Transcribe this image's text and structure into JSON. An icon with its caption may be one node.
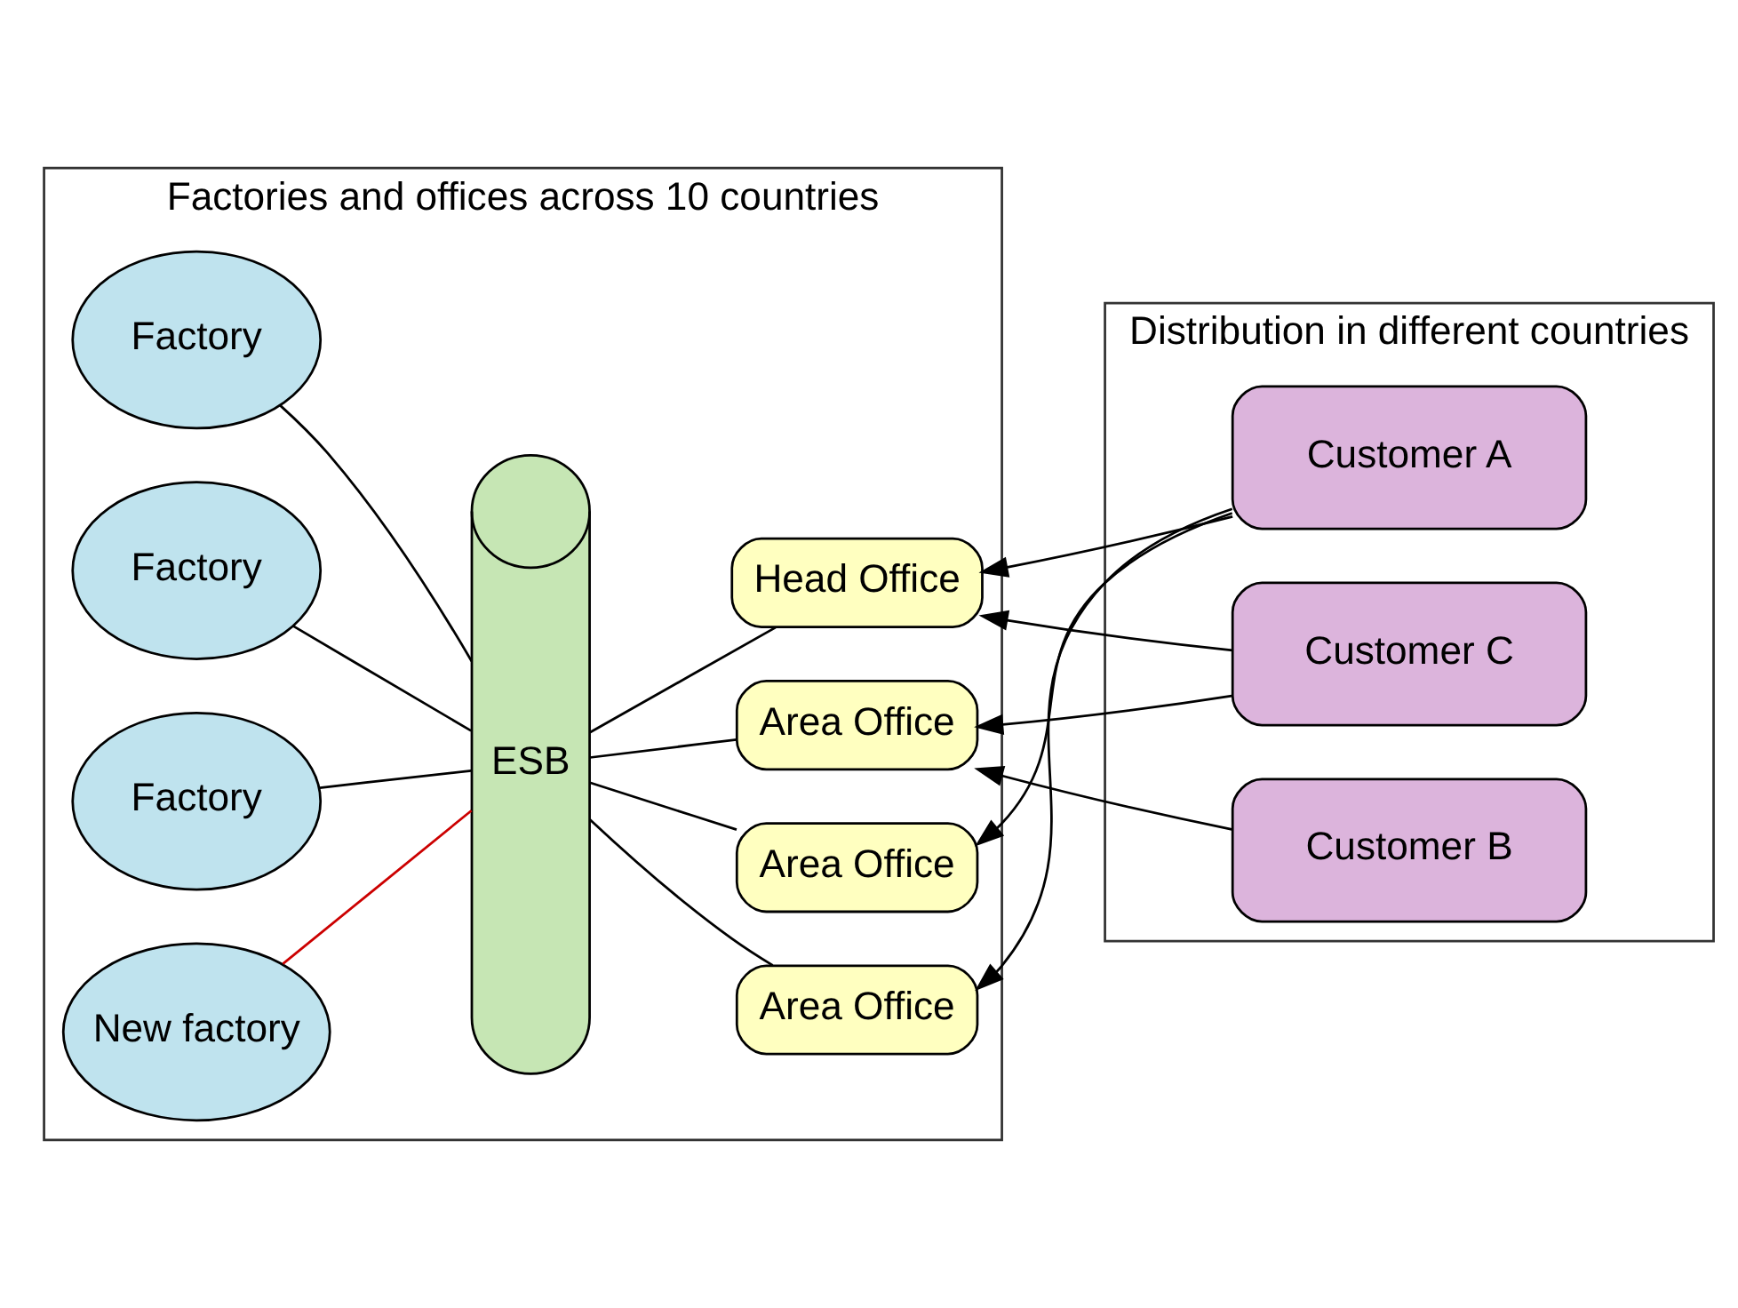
{
  "diagram": {
    "nodes": [
      {
        "text": [
          "Factories and offices across 10 countries"
        ]
      },
      {
        "text": [
          "Factory"
        ],
        "in": 0
      },
      {
        "text": [
          "Factory"
        ],
        "in": 0
      },
      {
        "text": [
          "Factory"
        ],
        "in": 0
      },
      {
        "text": [
          "New factory"
        ],
        "in": 0
      },
      {
        "text": [
          "ESB"
        ],
        "in": 0
      },
      {
        "text": [
          "Area Office"
        ],
        "in": 0
      },
      {
        "text": [
          "Area Office"
        ],
        "in": 0
      },
      {
        "text": [
          "Area Office"
        ],
        "in": 0
      },
      {
        "text": [
          "Head Office"
        ],
        "in": 0
      },
      {
        "text": [
          "Distribution in different countries"
        ]
      },
      {
        "text": [
          "Customer A"
        ],
        "in": 10
      },
      {
        "text": [
          "Customer B"
        ],
        "in": 10
      },
      {
        "text": [
          "Customer C"
        ],
        "in": 10
      }
    ],
    "edges": [
      {
        "from": 1,
        "to": 5,
        "arrow": "none"
      },
      {
        "from": 2,
        "to": 5,
        "arrow": "none"
      },
      {
        "from": 3,
        "to": 5,
        "arrow": "none"
      },
      {
        "from": 4,
        "to": 5,
        "arrow": "none",
        "color": "#cc0000"
      },
      {
        "from": 5,
        "to": 6,
        "arrow": "none"
      },
      {
        "from": 5,
        "to": 7,
        "arrow": "none"
      },
      {
        "from": 5,
        "to": 8,
        "arrow": "none"
      },
      {
        "from": 5,
        "to": 9,
        "arrow": "none"
      },
      {
        "from": 11,
        "to": 6,
        "arrow": "to"
      },
      {
        "from": 11,
        "to": 7,
        "arrow": "to"
      },
      {
        "from": 11,
        "to": 9,
        "arrow": "to"
      },
      {
        "from": 12,
        "to": 8,
        "arrow": "to"
      },
      {
        "from": 13,
        "to": 8,
        "arrow": "to"
      },
      {
        "from": 13,
        "to": 9,
        "arrow": "to"
      }
    ]
  }
}
